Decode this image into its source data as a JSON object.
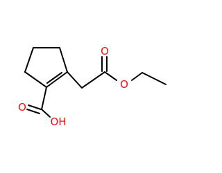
{
  "molecule": {
    "atoms": {
      "carbonyl_oxygen_ester": "O",
      "ether_oxygen_ester": "O",
      "carbonyl_oxygen_acid": "O",
      "hydroxyl_acid": "OH"
    }
  },
  "colors": {
    "bond": "#000000",
    "heteroatom": "#ff0d0d",
    "background": "#ffffff"
  }
}
